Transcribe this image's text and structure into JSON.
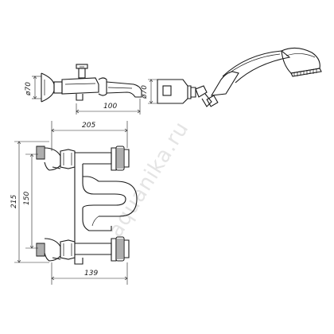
{
  "watermark": "aquanika.ru",
  "dimensions": {
    "top_left_diameter": "ø70",
    "top_spout_length": "100",
    "top_right_diameter": "ø70",
    "overall_width": "205",
    "overall_height": "215",
    "inner_height": "150",
    "bottom_width": "139"
  }
}
